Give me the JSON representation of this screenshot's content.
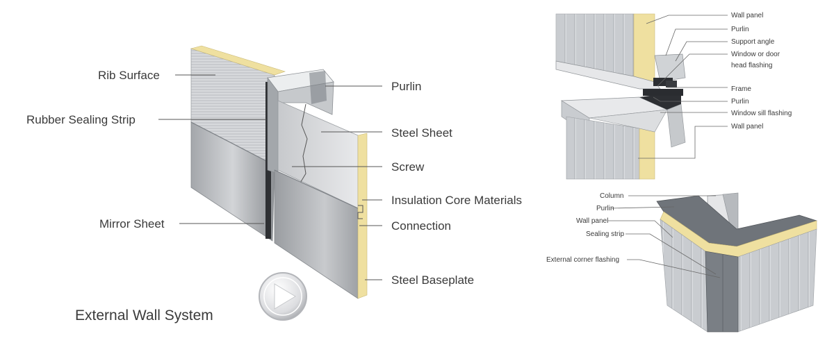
{
  "left_diagram": {
    "title": "External Wall System",
    "labels": {
      "rib_surface": "Rib Surface",
      "rubber_sealing_strip": "Rubber Sealing Strip",
      "mirror_sheet": "Mirror Sheet",
      "purlin": "Purlin",
      "steel_sheet": "Steel Sheet",
      "screw": "Screw",
      "insulation_core": "Insulation Core Materials",
      "connection": "Connection",
      "steel_baseplate": "Steel Baseplate"
    },
    "play_icon": "play-icon"
  },
  "window_diagram": {
    "labels": {
      "wall_panel_top": "Wall panel",
      "purlin_top": "Purlin",
      "support_angle": "Support angle",
      "head_flashing_line1": "Window or door",
      "head_flashing_line2": "head flashing",
      "frame": "Frame",
      "purlin_mid": "Purlin",
      "window_sill_flashing": "Window sill flashing",
      "wall_panel_bottom": "Wall panel"
    }
  },
  "corner_diagram": {
    "labels": {
      "column": "Column",
      "purlin": "Purlin",
      "wall_panel": "Wall panel",
      "sealing_strip": "Sealing strip",
      "external_corner_flashing": "External corner flashing"
    }
  },
  "colors": {
    "insulation": "#f0e2a3",
    "steel_light": "#d5d7da",
    "steel_dark": "#8d9196",
    "text": "#3a3a3a"
  }
}
